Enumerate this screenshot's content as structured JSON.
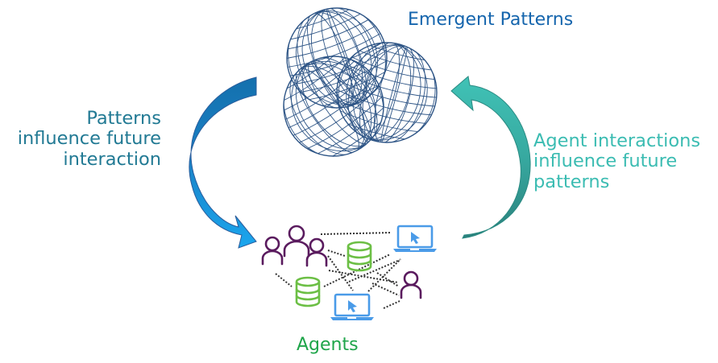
{
  "diagram": {
    "type": "cycle",
    "nodes": {
      "top": {
        "label": "Emergent Patterns",
        "icon": "overlapping-wireframe-spheres-icon"
      },
      "bottom": {
        "label": "Agents",
        "icons": [
          "people-group-icon",
          "database-icon",
          "database-icon",
          "laptop-cursor-icon",
          "laptop-cursor-icon",
          "person-icon"
        ]
      }
    },
    "edges": [
      {
        "from": "Emergent Patterns",
        "to": "Agents",
        "label_lines": [
          "Patterns",
          "influence future",
          "interaction"
        ],
        "direction": "downward-left-arc"
      },
      {
        "from": "Agents",
        "to": "Emergent Patterns",
        "label_lines": [
          "Agent interactions",
          "influence future",
          "patterns"
        ],
        "direction": "upward-right-arc"
      }
    ]
  },
  "colors": {
    "emergent_title": "#1565ad",
    "left_label": "#227a94",
    "right_label": "#3bbcb2",
    "agents_label": "#1fa54a",
    "sphere_mesh": "#2e5586",
    "left_arrow_top": "#1676b4",
    "left_arrow_bottom": "#19a3ea",
    "right_arrow_top": "#3dbfb3",
    "right_arrow_bottom": "#2c8782",
    "person": "#5a1b5e",
    "database": "#6cbf45",
    "laptop": "#4a9be8",
    "connector": "#333333"
  }
}
